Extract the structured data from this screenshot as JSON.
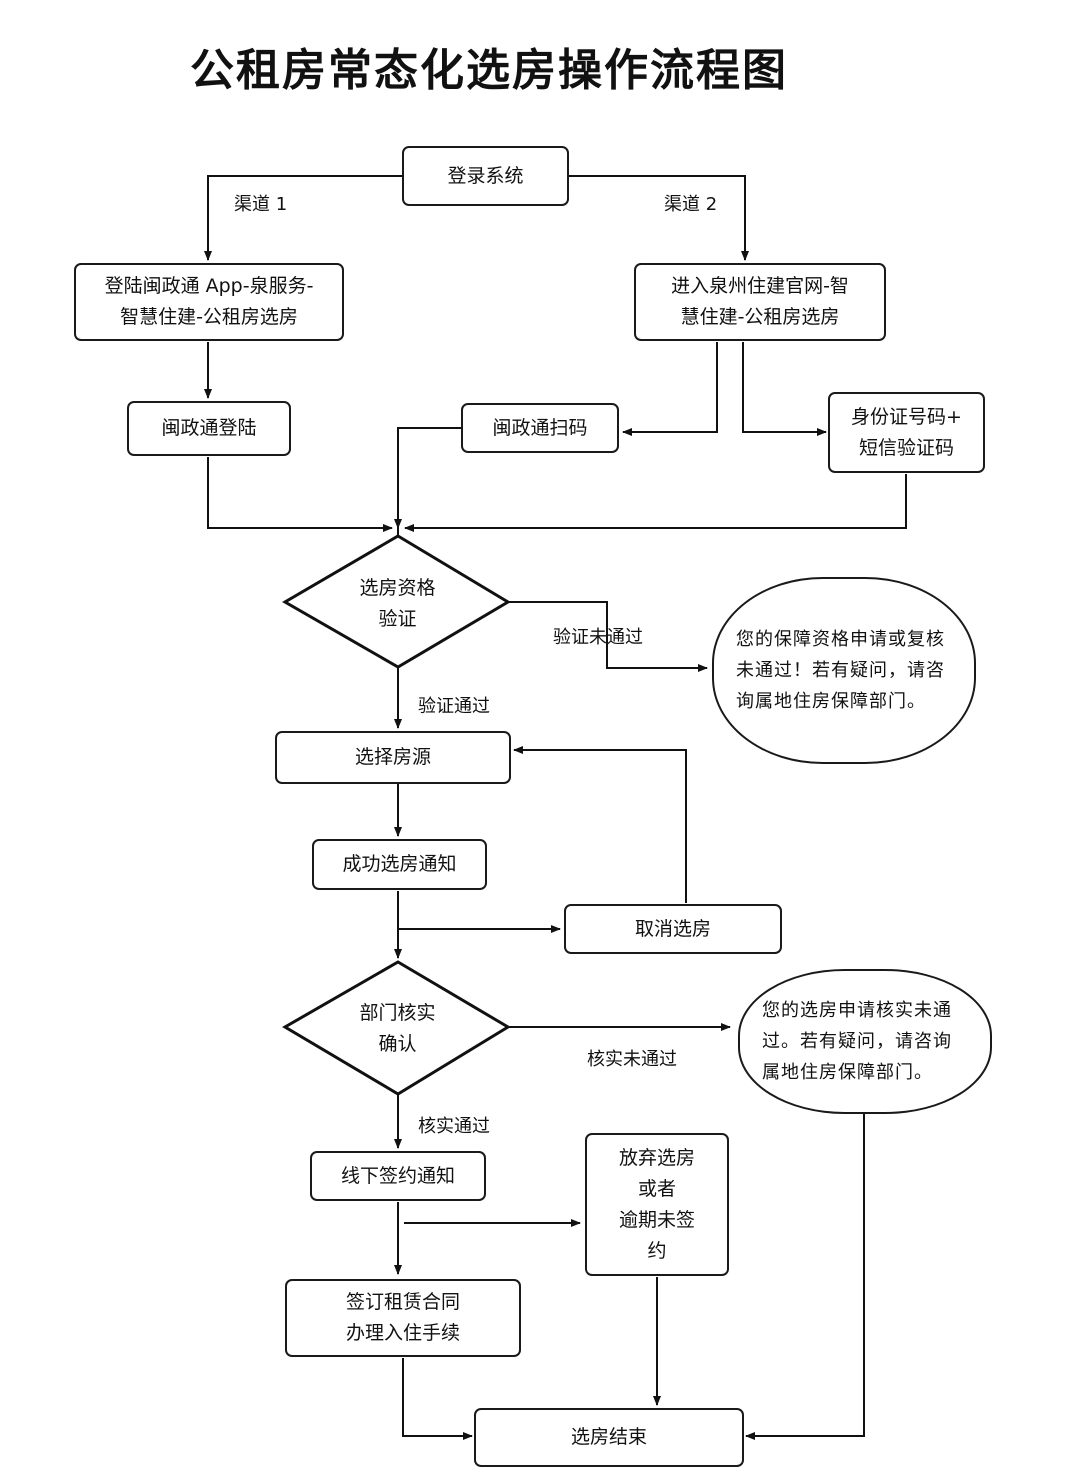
{
  "title": "公租房常态化选房操作流程图",
  "nodes": {
    "login": "登录系统",
    "app_login": "登陆闽政通 App-泉服务-\n智慧住建-公租房选房",
    "website": "进入泉州住建官网-智\n慧住建-公租房选房",
    "mzt_login": "闽政通登陆",
    "mzt_scan": "闽政通扫码",
    "id_sms": "身份证号码+\n短信验证码",
    "qualification": "选房资格\n验证",
    "qual_fail_msg": "您的保障资格申请或复核未通过！若有疑问，请咨询属地住房保障部门。",
    "select_house": "选择房源",
    "success_notice": "成功选房通知",
    "cancel": "取消选房",
    "dept_verify": "部门核实\n确认",
    "verify_fail_msg": "您的选房申请核实未通过。若有疑问，请咨询属地住房保障部门。",
    "offline_sign": "线下签约通知",
    "giveup": "放弃选房\n或者\n逾期未签\n约",
    "sign_contract": "签订租赁合同\n办理入住手续",
    "end": "选房结束"
  },
  "labels": {
    "channel1": "渠道 1",
    "channel2": "渠道 2",
    "qual_fail": "验证未通过",
    "qual_pass": "验证通过",
    "verify_fail": "核实未通过",
    "verify_pass": "核实通过"
  }
}
